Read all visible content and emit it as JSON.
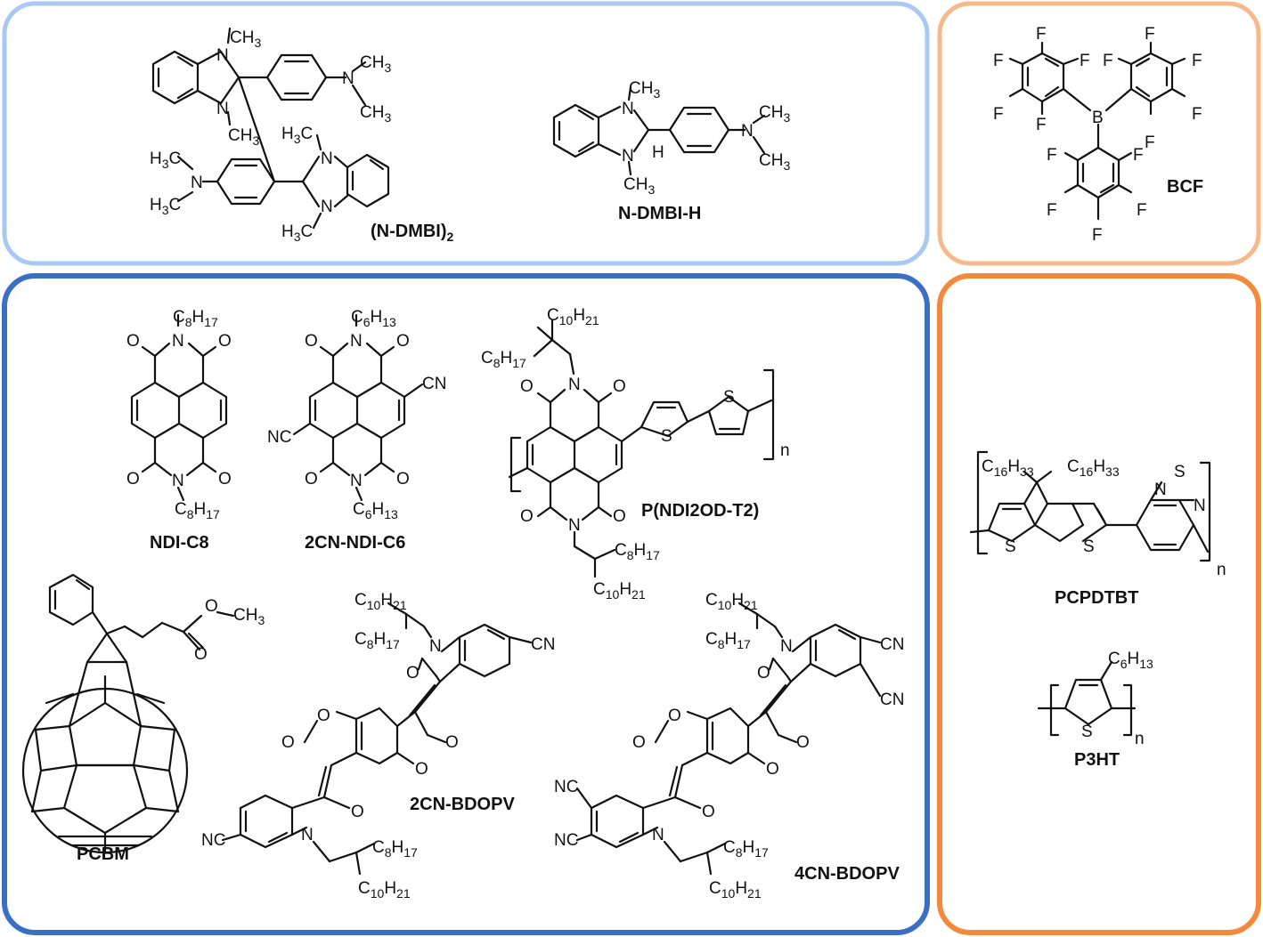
{
  "colors": {
    "dopant_panel": "#a9c9f5",
    "borane_panel": "#f7b98b",
    "n_type_panel": "#3a6fc4",
    "p_type_panel": "#f28a3b"
  },
  "panels": {
    "dopants": {
      "compounds": [
        {
          "label": "(N-DMBI)",
          "subscript": "2"
        },
        {
          "label": "N-DMBI-H"
        }
      ]
    },
    "borane": {
      "compounds": [
        {
          "label": "BCF"
        }
      ]
    },
    "n_type": {
      "compounds": [
        {
          "label": "NDI-C8"
        },
        {
          "label": "2CN-NDI-C6"
        },
        {
          "label": "P(NDI2OD-T2)"
        },
        {
          "label": "PCBM"
        },
        {
          "label": "2CN-BDOPV"
        },
        {
          "label": "4CN-BDOPV"
        }
      ]
    },
    "p_type": {
      "compounds": [
        {
          "label": "PCPDTBT"
        },
        {
          "label": "P3HT"
        }
      ]
    }
  },
  "atoms": {
    "N": "N",
    "H": "H",
    "B": "B",
    "F": "F",
    "S": "S",
    "O": "O",
    "CH3": "CH3",
    "H3C": "H3C",
    "CN": "CN",
    "NC": "NC",
    "C8H17": "C8H17",
    "C6H13": "C6H13",
    "C10H21": "C10H21",
    "C16H33": "C16H33",
    "n": "n"
  }
}
